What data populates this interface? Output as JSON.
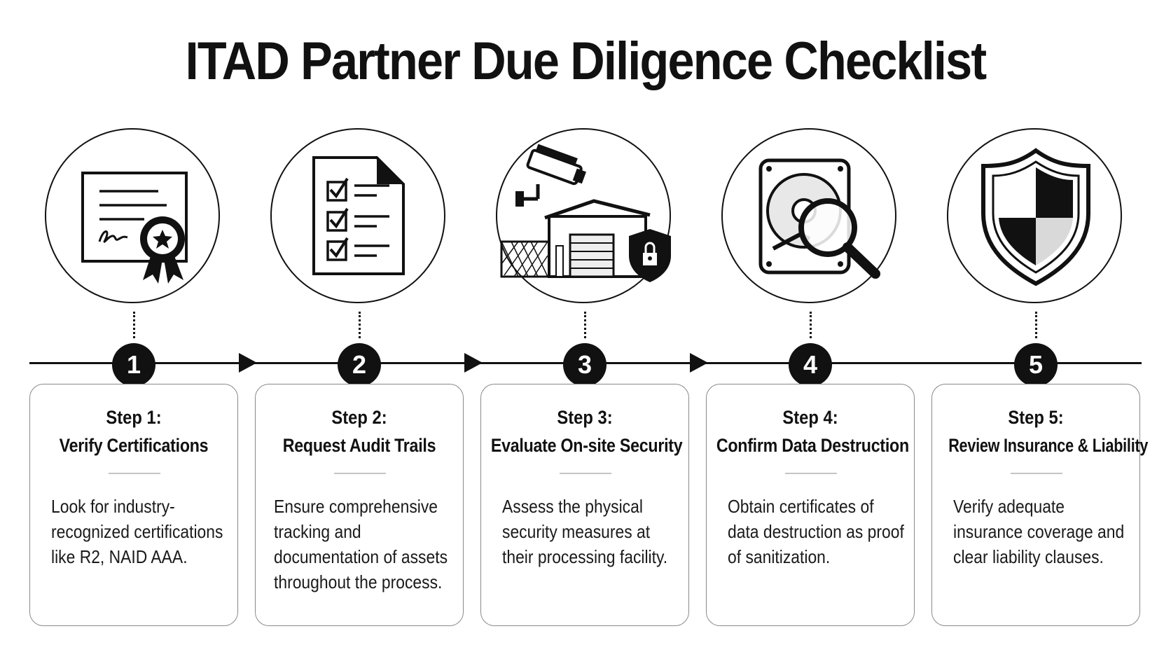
{
  "title": "ITAD Partner Due Diligence Checklist",
  "steps": [
    {
      "number": "1",
      "label": "Step 1:",
      "title": "Verify Certifications",
      "description": "Look for industry-recognized certifications like R2, NAID AAA.",
      "icon": "certificate-icon"
    },
    {
      "number": "2",
      "label": "Step 2:",
      "title": "Request Audit Trails",
      "description": "Ensure comprehensive tracking and documentation of assets throughout the process.",
      "icon": "checklist-document-icon"
    },
    {
      "number": "3",
      "label": "Step 3:",
      "title": "Evaluate On-site Security",
      "description": "Assess the physical security measures at their processing facility.",
      "icon": "secure-facility-icon"
    },
    {
      "number": "4",
      "label": "Step 4:",
      "title": "Confirm Data Destruction",
      "description": "Obtain certificates of data destruction as proof of sanitization.",
      "icon": "hard-drive-inspection-icon"
    },
    {
      "number": "5",
      "label": "Step 5:",
      "title": "Review Insurance & Liability",
      "description": "Verify adequate insurance coverage and clear liability clauses.",
      "icon": "shield-icon"
    }
  ]
}
